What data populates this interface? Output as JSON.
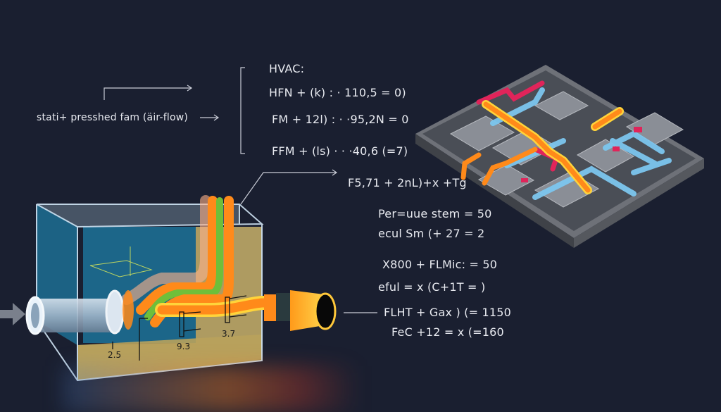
{
  "title": "HVAC:",
  "left_annotation": "stati+ presshed fam (äir-flow)",
  "equations_top": [
    "HFN + (k) : · 110,5 = 0)",
    "FM + 12l) : · ·95,2N = 0",
    "FFM + (ls) · · ·40,6 (=7)"
  ],
  "equation_mid": "F5,71 + 2nL)+x +Tg",
  "equations_right": [
    "Per=uue stem = 50",
    "ecul Sm (+ 27 = 2",
    "X800 + FLMic: = 50",
    "eful = x (C+1T = )",
    "FLHT + Gax ) (= 1150",
    "FeC +12 = x (=160"
  ],
  "dimension_labels": [
    "2.5",
    "9.3",
    "3.7"
  ],
  "colors": {
    "background": "#1a1f30",
    "airflow_hot": "#ff8a1a",
    "airflow_warm": "#ffd43a",
    "airflow_mid": "#6fbf3a",
    "duct_cool": "#7cc6ee",
    "duct_red": "#e0245a",
    "box_blue": "#1d6e93",
    "box_tan": "#c9b26a",
    "annotation_line": "#c9ccd6"
  }
}
